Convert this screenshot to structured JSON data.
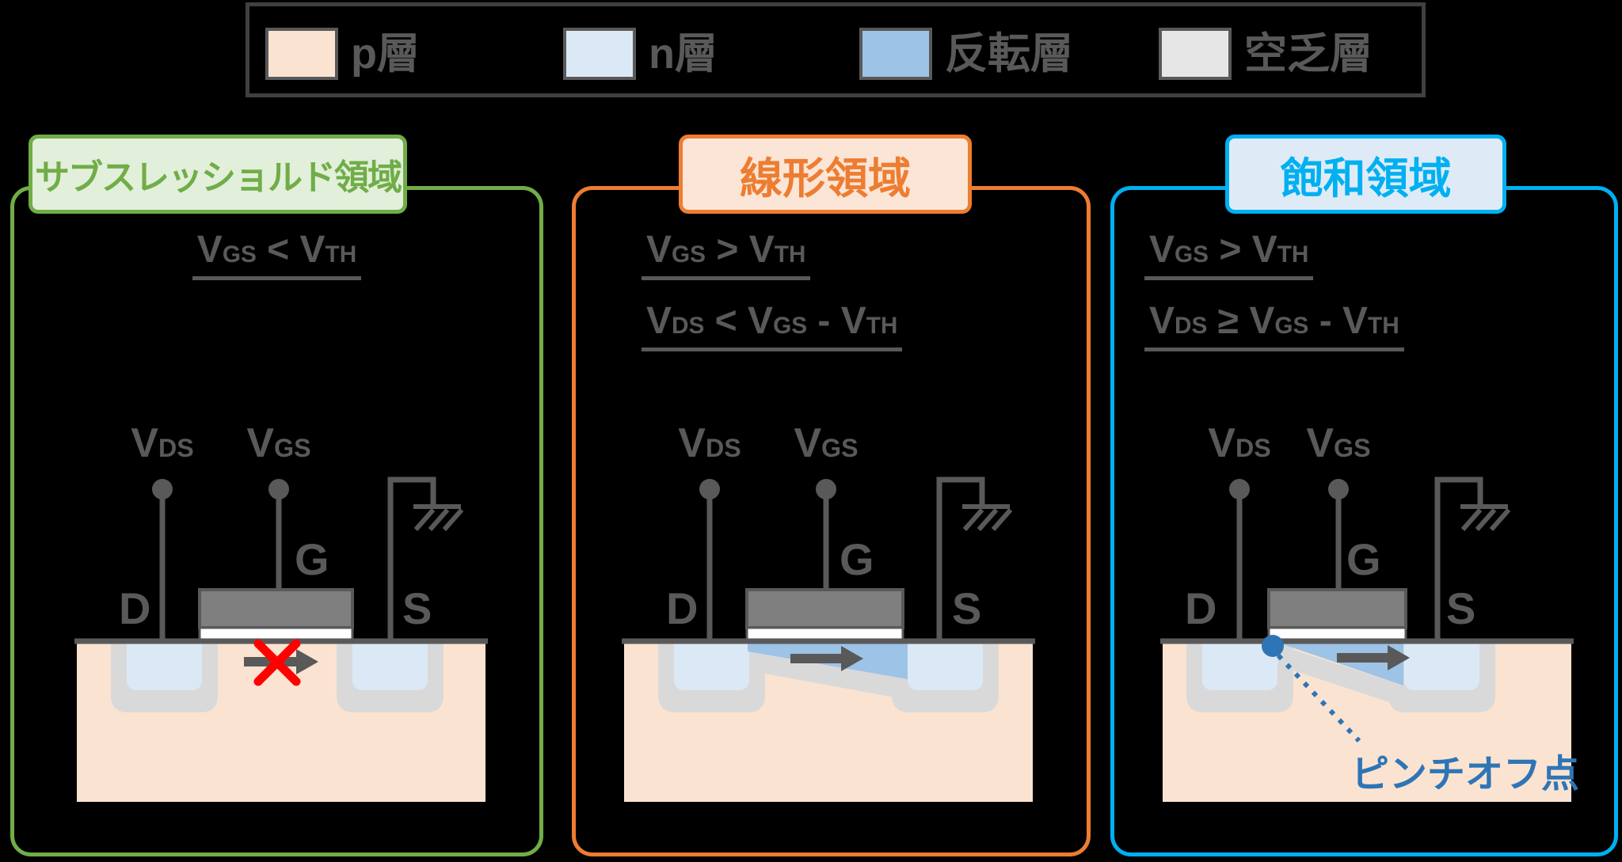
{
  "colors": {
    "text-gray": "#595959",
    "border-dark": "#404040",
    "gate-fill": "#7f7f7f",
    "oxide-white": "#ffffff",
    "p-layer": "#fbe3d1",
    "n-layer": "#dbe9f6",
    "inversion-layer": "#9dc3e6",
    "depletion-layer": "#d9d9d9",
    "accent-green": "#70ad47",
    "accent-green-bg": "#e2efda",
    "accent-orange": "#ed7d31",
    "accent-orange-bg": "#fbe5d6",
    "accent-cyan": "#00b0f0",
    "accent-cyan-bg": "#deebf7",
    "no-current-red": "#ff0000",
    "pinch-blue": "#2e75b6"
  },
  "legend": {
    "items": [
      {
        "label": "p層",
        "color": "#fbe3d1"
      },
      {
        "label": "n層",
        "color": "#dbe9f6"
      },
      {
        "label": "反転層",
        "color": "#9dc3e6"
      },
      {
        "label": "空乏層",
        "color": "#e7e6e6"
      }
    ]
  },
  "panels": [
    {
      "title": "サブスレッショルド領域",
      "conditions": [
        [
          {
            "t": "V"
          },
          {
            "s": "GS"
          },
          {
            "t": " < "
          },
          {
            "t": "V"
          },
          {
            "s": "TH"
          }
        ]
      ],
      "labels": {
        "vds": [
          {
            "t": "V"
          },
          {
            "s": "DS"
          }
        ],
        "vgs": [
          {
            "t": "V"
          },
          {
            "s": "GS"
          }
        ],
        "drain": "D",
        "gate": "G",
        "source": "S"
      }
    },
    {
      "title": "線形領域",
      "conditions": [
        [
          {
            "t": "V"
          },
          {
            "s": "GS"
          },
          {
            "t": " > "
          },
          {
            "t": "V"
          },
          {
            "s": "TH"
          }
        ],
        [
          {
            "t": "V"
          },
          {
            "s": "DS"
          },
          {
            "t": " < "
          },
          {
            "t": "V"
          },
          {
            "s": "GS"
          },
          {
            "t": " - "
          },
          {
            "t": "V"
          },
          {
            "s": "TH"
          }
        ]
      ],
      "labels": {
        "vds": [
          {
            "t": "V"
          },
          {
            "s": "DS"
          }
        ],
        "vgs": [
          {
            "t": "V"
          },
          {
            "s": "GS"
          }
        ],
        "drain": "D",
        "gate": "G",
        "source": "S"
      }
    },
    {
      "title": "飽和領域",
      "conditions": [
        [
          {
            "t": "V"
          },
          {
            "s": "GS"
          },
          {
            "t": " > "
          },
          {
            "t": "V"
          },
          {
            "s": "TH"
          }
        ],
        [
          {
            "t": "V"
          },
          {
            "s": "DS"
          },
          {
            "t": " ≥ "
          },
          {
            "t": "V"
          },
          {
            "s": "GS"
          },
          {
            "t": " - "
          },
          {
            "t": "V"
          },
          {
            "s": "TH"
          }
        ]
      ],
      "labels": {
        "vds": [
          {
            "t": "V"
          },
          {
            "s": "DS"
          }
        ],
        "vgs": [
          {
            "t": "V"
          },
          {
            "s": "GS"
          }
        ],
        "drain": "D",
        "gate": "G",
        "source": "S"
      },
      "pinchoff_label": "ピンチオフ点"
    }
  ]
}
